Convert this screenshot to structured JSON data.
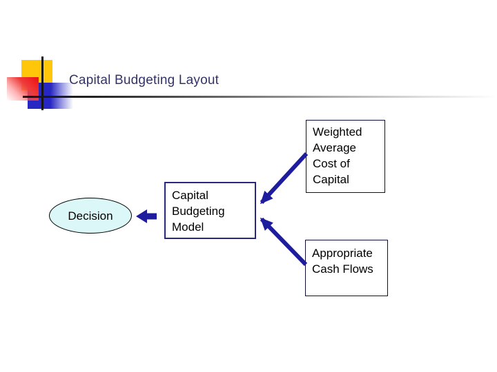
{
  "slide": {
    "title": "Capital Budgeting Layout"
  },
  "shapes": {
    "decision": {
      "label": "Decision"
    },
    "model": {
      "lines": [
        "Capital",
        "Budgeting",
        "Model"
      ]
    },
    "wacc": {
      "lines": [
        "Weighted",
        "Average",
        "Cost of",
        "Capital"
      ]
    },
    "cashflows": {
      "lines": [
        "Appropriate",
        "Cash Flows"
      ]
    }
  },
  "connectors": [
    {
      "name": "model-to-decision",
      "type": "block-arrow-left"
    },
    {
      "name": "wacc-to-model",
      "type": "line-arrow"
    },
    {
      "name": "cashflows-to-model",
      "type": "line-arrow"
    }
  ],
  "colors": {
    "arrow_navy": "#1d1d9e",
    "title_text": "#333366",
    "ellipse_fill": "#dcf7f7",
    "box_border_dark": "#0d0d38",
    "model_border": "#27277d",
    "ornament_yellow": "#ffc60a",
    "ornament_red": "#ee0f0f",
    "ornament_blue": "#2727c4"
  }
}
